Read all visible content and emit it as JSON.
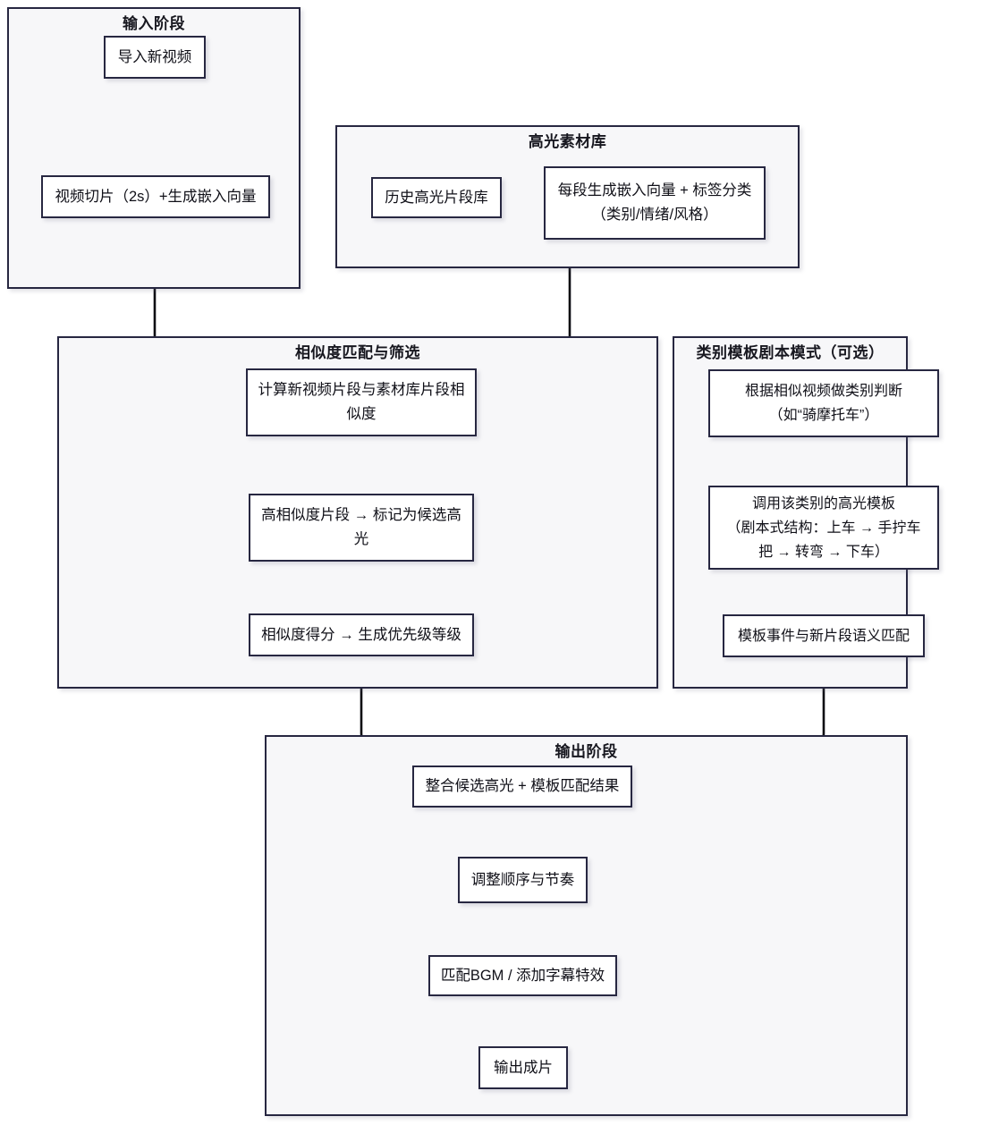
{
  "diagram": {
    "title_hidden": "",
    "colors": {
      "border": "#272741",
      "group_fill": "#f7f7f9",
      "node_fill": "#ffffff",
      "text": "#101018",
      "page_bg": "#ffffff"
    }
  },
  "groups": {
    "input_stage": {
      "title": "输入阶段",
      "nodes": {
        "import_video": "导入新视频",
        "slice_embed": "视频切片（2s）+生成嵌入向量"
      }
    },
    "highlight_library": {
      "title": "高光素材库",
      "nodes": {
        "history_clips": "历史高光片段库",
        "embed_tag": "每段生成嵌入向量 + 标签分类\n（类别/情绪/风格）"
      }
    },
    "similarity_match": {
      "title": "相似度匹配与筛选",
      "nodes": {
        "compute_similarity": "计算新视频片段与素材库片段相\n似度",
        "mark_candidate": "高相似度片段 → 标记为候选高\n光",
        "priority_rank": "相似度得分 → 生成优先级等级"
      }
    },
    "template_script_mode": {
      "title": "类别模板剧本模式（可选）",
      "nodes": {
        "category_judge": "根据相似视频做类别判断\n（如“骑摩托车”）",
        "call_template": "调用该类别的高光模板\n（剧本式结构：上车 → 手拧车\n把 → 转弯 → 下车）",
        "semantic_match": "模板事件与新片段语义匹配"
      }
    },
    "output_stage": {
      "title": "输出阶段",
      "nodes": {
        "merge_results": "整合候选高光 + 模板匹配结果",
        "adjust_order": "调整顺序与节奏",
        "match_bgm": "匹配BGM / 添加字幕特效",
        "final_output": "输出成片"
      }
    }
  },
  "edges": [
    {
      "id": "e1",
      "from": "import_video",
      "to": "slice_embed",
      "kind": "straight-down"
    },
    {
      "id": "e2",
      "from": "slice_embed",
      "to": "compute_similarity",
      "kind": "elbow-right-down"
    },
    {
      "id": "e3",
      "from": "highlight_library",
      "to": "compute_similarity",
      "kind": "elbow-left-down"
    },
    {
      "id": "e4",
      "from": "compute_similarity",
      "to": "mark_candidate",
      "kind": "straight-down"
    },
    {
      "id": "e5",
      "from": "mark_candidate",
      "to": "priority_rank",
      "kind": "straight-down"
    },
    {
      "id": "e6",
      "from": "priority_rank",
      "to": "merge_results",
      "kind": "elbow-right-down"
    },
    {
      "id": "e7",
      "from": "category_judge",
      "to": "call_template",
      "kind": "straight-down"
    },
    {
      "id": "e8",
      "from": "call_template",
      "to": "semantic_match",
      "kind": "straight-down"
    },
    {
      "id": "e9",
      "from": "semantic_match",
      "to": "merge_results",
      "kind": "elbow-left-down"
    },
    {
      "id": "e10",
      "from": "merge_results",
      "to": "adjust_order",
      "kind": "straight-down"
    },
    {
      "id": "e11",
      "from": "adjust_order",
      "to": "match_bgm",
      "kind": "straight-down"
    },
    {
      "id": "e12",
      "from": "match_bgm",
      "to": "final_output",
      "kind": "straight-down"
    }
  ]
}
